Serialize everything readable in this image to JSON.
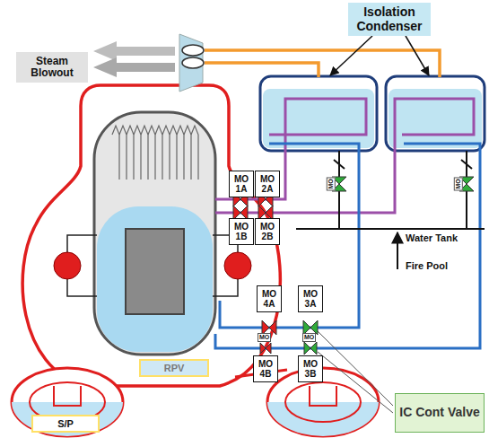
{
  "diagram": {
    "nodes": [
      {
        "text": [
          "Isolation Condenser"
        ]
      },
      {
        "text": [
          "Steam Blowout"
        ]
      },
      {
        "text": [
          "MO 1A"
        ]
      },
      {
        "text": [
          "MO 2A"
        ]
      },
      {
        "text": [
          "MO 1B"
        ]
      },
      {
        "text": [
          "MO 2B"
        ]
      },
      {
        "text": [
          "MO 4A"
        ]
      },
      {
        "text": [
          "MO 3A"
        ]
      },
      {
        "text": [
          "MO 4B"
        ]
      },
      {
        "text": [
          "MO 3B"
        ]
      },
      {
        "text": [
          "RPV"
        ]
      },
      {
        "text": [
          "S/P"
        ]
      },
      {
        "text": [
          "IC Cont Valve"
        ]
      }
    ],
    "labels": [
      "MO",
      "MO",
      "Water Tank",
      "Fire Pool",
      "MO",
      "MO"
    ]
  }
}
